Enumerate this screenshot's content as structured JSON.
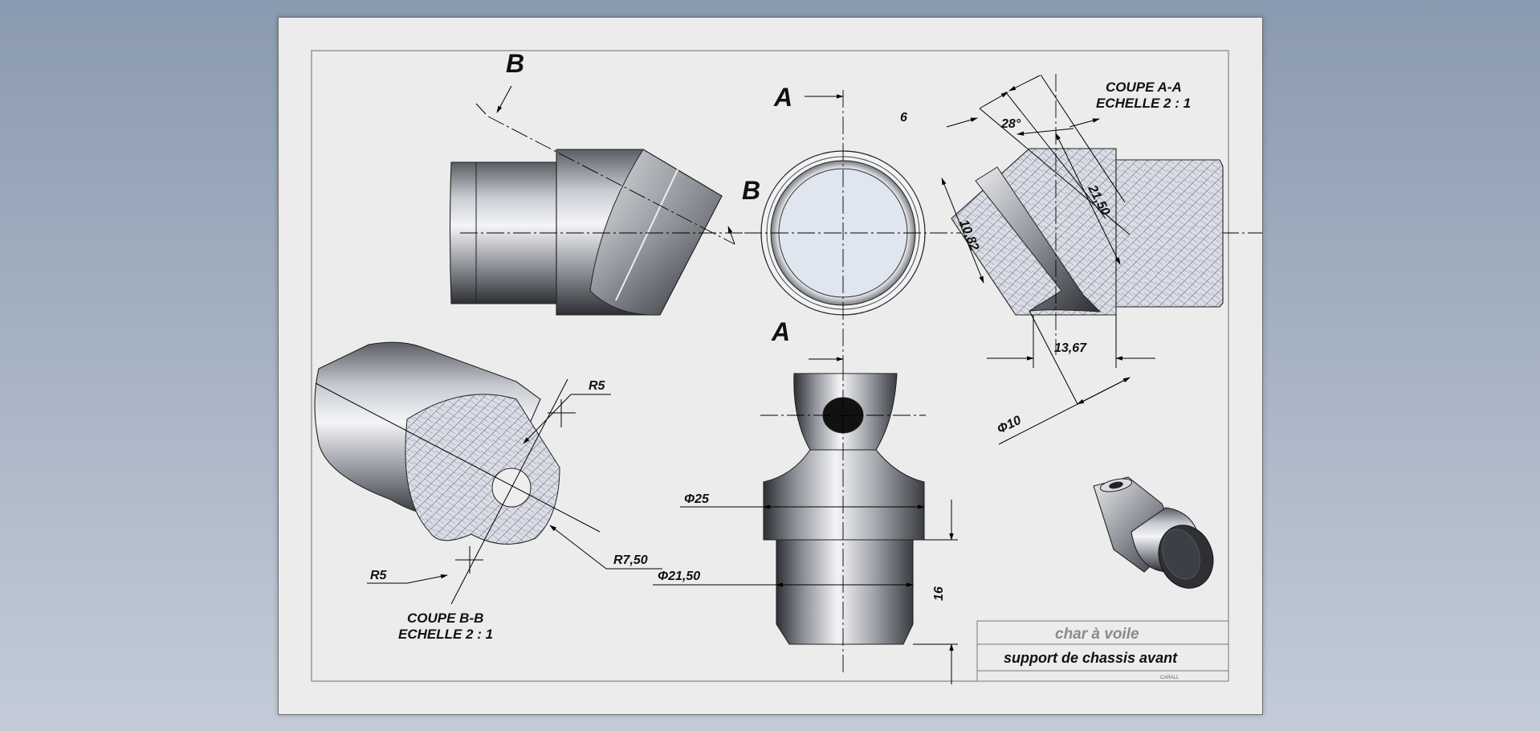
{
  "section_marks": {
    "b_top": "B",
    "b_right": "B",
    "a_top": "A",
    "a_bottom": "A"
  },
  "section_aa": {
    "title": "COUPE A-A",
    "scale": "ECHELLE 2 : 1"
  },
  "section_bb": {
    "title": "COUPE B-B",
    "scale": "ECHELLE 2 : 1"
  },
  "dimensions": {
    "d_6": "6",
    "d_28deg": "28°",
    "d_21_50_diag": "21,50",
    "d_10_82": "10,82",
    "d_13_67": "13,67",
    "d_phi10": "Φ10",
    "d_r5_top": "R5",
    "d_r5_bottom": "R5",
    "d_r7_50": "R7,50",
    "d_phi25": "Φ25",
    "d_phi21_50": "Φ21,50",
    "d_16": "16"
  },
  "title_block": {
    "project": "char à voile",
    "part_name": "support de chassis avant",
    "author": "CARALL"
  },
  "colors": {
    "background": "#9aa8bb",
    "sheet": "#ececec",
    "hatch": "#d8dce6",
    "metal_dark": "#3a3d44",
    "metal_light": "#f2f3f6"
  }
}
